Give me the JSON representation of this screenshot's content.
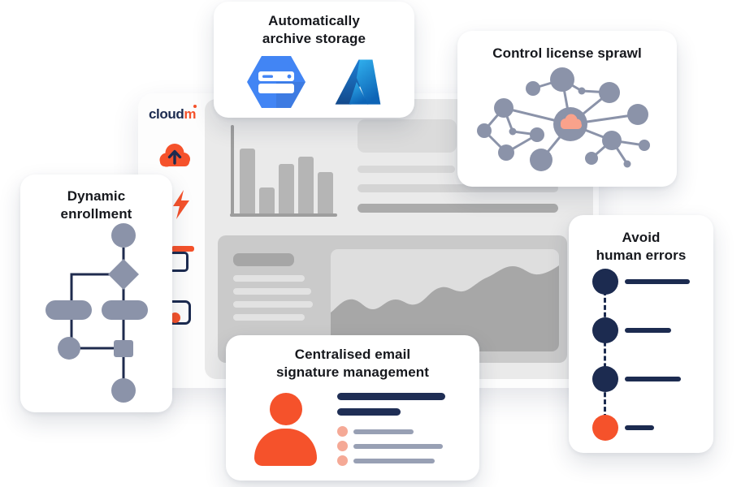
{
  "brand": {
    "name": "cloudm",
    "logo_text_primary": "cloud",
    "logo_text_accent": "m"
  },
  "colors": {
    "orange": "#f5522b",
    "salmon": "#f9a28b",
    "salmon_light": "#f5a996",
    "navy": "#1c2b50",
    "slate": "#8b93a9",
    "dashboard_gray": "#eaeaea",
    "skeleton_gray": "#cacaca",
    "bar_gray": "#b5b5b5",
    "gcp_blue": "#4285f4",
    "azure_blue_light": "#31b1ee",
    "azure_blue_dark": "#134a8c"
  },
  "cards": {
    "archive_storage": {
      "title_line1": "Automatically",
      "title_line2": "archive storage",
      "icons": [
        "google-cloud-storage-icon",
        "azure-icon"
      ]
    },
    "license_sprawl": {
      "title": "Control license sprawl",
      "illustration": "network-graph with central cloud node"
    },
    "dynamic_enrollment": {
      "title_line1": "Dynamic",
      "title_line2": "enrollment",
      "illustration": "flowchart"
    },
    "email_signature": {
      "title_line1": "Centralised email",
      "title_line2": "signature management",
      "heading_line_widths": [
        133,
        78
      ],
      "bullet_line_widths": [
        74,
        110,
        100
      ]
    },
    "human_errors": {
      "title_line1": "Avoid",
      "title_line2": "human errors",
      "timeline": {
        "dot_colors": [
          "#1c2b50",
          "#1c2b50",
          "#1c2b50",
          "#f5522b"
        ],
        "line_widths": [
          80,
          57,
          69,
          36
        ]
      }
    }
  },
  "dashboard": {
    "sidebar_icons": [
      "cloud-upload-icon",
      "lightning-icon",
      "browser-icon",
      "save-icon"
    ],
    "chart_data": {
      "type": "bar",
      "decorative": true,
      "values": [
        80,
        32,
        61,
        70,
        51
      ],
      "categories": [
        "",
        "",
        "",
        "",
        ""
      ],
      "title": "",
      "xlabel": "",
      "ylabel": ""
    }
  }
}
